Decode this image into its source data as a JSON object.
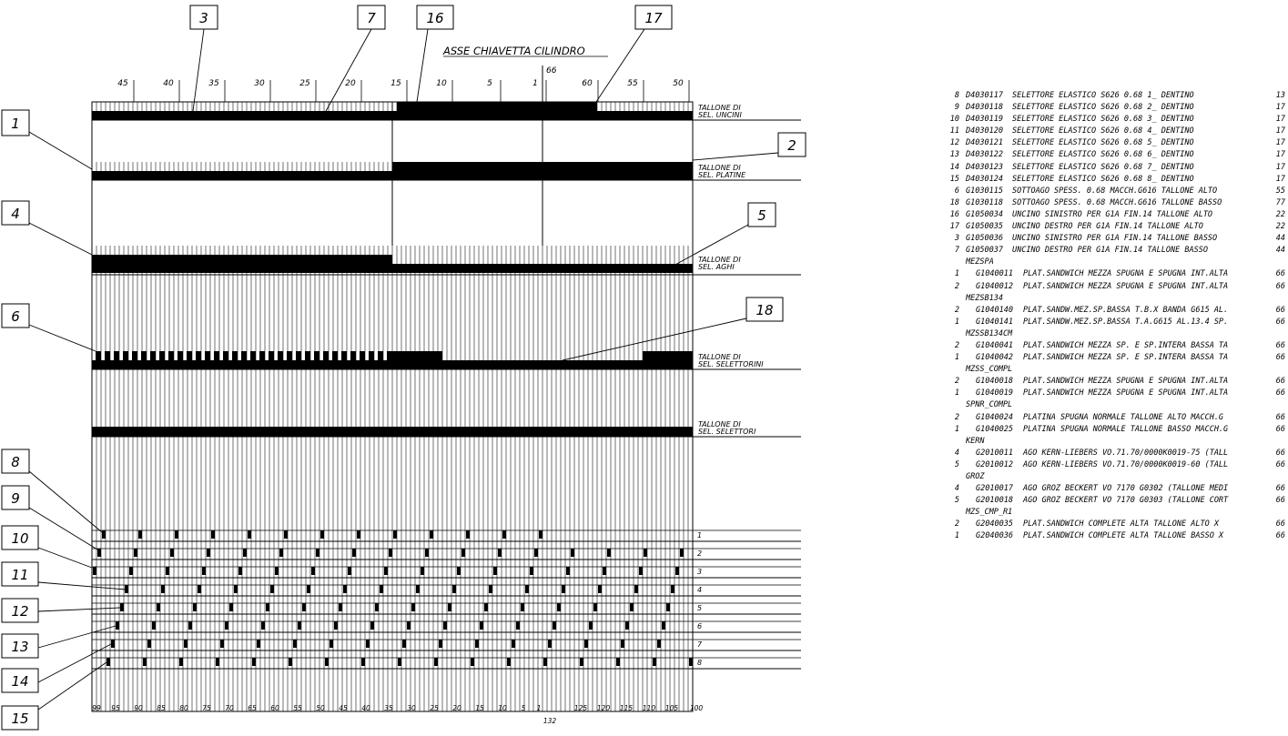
{
  "title": "ASSE CHIAVETTA CILINDRO",
  "top_scale": [
    "45",
    "40",
    "35",
    "30",
    "25",
    "20",
    "15",
    "10",
    "5",
    "1",
    "60",
    "55",
    "50"
  ],
  "top_mark": "66",
  "bottom_scale": [
    "99",
    "95",
    "90",
    "85",
    "80",
    "75",
    "70",
    "65",
    "60",
    "55",
    "50",
    "45",
    "40",
    "35",
    "30",
    "25",
    "20",
    "15",
    "10",
    "5",
    "1",
    "125",
    "120",
    "115",
    "110",
    "105",
    "100"
  ],
  "bottom_mark": "132",
  "sections": [
    {
      "line1": "TALLONE DI",
      "line2": "SEL. UNCINI"
    },
    {
      "line1": "TALLONE DI",
      "line2": "SEL. PLATINE"
    },
    {
      "line1": "TALLONE DI",
      "line2": "SEL. AGHI"
    },
    {
      "line1": "TALLONE DI",
      "line2": "SEL. SELETTORINI"
    },
    {
      "line1": "TALLONE DI",
      "line2": "SEL. SELETTORI"
    }
  ],
  "selector_rows": [
    "1",
    "2",
    "3",
    "4",
    "5",
    "6",
    "7",
    "8"
  ],
  "callouts": [
    "3",
    "7",
    "16",
    "17",
    "1",
    "2",
    "4",
    "5",
    "6",
    "18",
    "8",
    "9",
    "10",
    "11",
    "12",
    "13",
    "14",
    "15"
  ],
  "bom": [
    {
      "qty": "8",
      "code": "D4030117",
      "desc": "SELETTORE ELASTICO S626 0.68 1_ DENTINO",
      "total": "13"
    },
    {
      "qty": "9",
      "code": "D4030118",
      "desc": "SELETTORE ELASTICO S626 0.68 2_ DENTINO",
      "total": "17"
    },
    {
      "qty": "10",
      "code": "D4030119",
      "desc": "SELETTORE ELASTICO S626 0.68 3_ DENTINO",
      "total": "17"
    },
    {
      "qty": "11",
      "code": "D4030120",
      "desc": "SELETTORE ELASTICO S626 0.68 4_ DENTINO",
      "total": "17"
    },
    {
      "qty": "12",
      "code": "D4030121",
      "desc": "SELETTORE ELASTICO S626 0.68 5_ DENTINO",
      "total": "17"
    },
    {
      "qty": "13",
      "code": "D4030122",
      "desc": "SELETTORE ELASTICO S626 0.68 6_ DENTINO",
      "total": "17"
    },
    {
      "qty": "14",
      "code": "D4030123",
      "desc": "SELETTORE ELASTICO S626 0.68 7_ DENTINO",
      "total": "17"
    },
    {
      "qty": "15",
      "code": "D4030124",
      "desc": "SELETTORE ELASTICO S626 0.68 8_ DENTINO",
      "total": "17"
    },
    {
      "qty": "6",
      "code": "G1030115",
      "desc": "SOTTOAGO SPESS. 0.68 MACCH.G616  TALLONE ALTO",
      "total": "55"
    },
    {
      "qty": "18",
      "code": "G1030118",
      "desc": "SOTTOAGO SPESS. 0.68 MACCH.G616  TALLONE BASSO",
      "total": "77"
    },
    {
      "qty": "16",
      "code": "G1050034",
      "desc": "UNCINO SINISTRO PER G1A FIN.14 TALLONE ALTO",
      "total": "22"
    },
    {
      "qty": "17",
      "code": "G1050035",
      "desc": "UNCINO DESTRO PER G1A FIN.14 TALLONE ALTO",
      "total": "22"
    },
    {
      "qty": "3",
      "code": "G1050036",
      "desc": "UNCINO SINISTRO PER G1A FIN.14 TALLONE BASSO",
      "total": "44"
    },
    {
      "qty": "7",
      "code": "G1050037",
      "desc": "UNCINO DESTRO PER G1A FIN.14 TALLONE BASSO",
      "total": "44"
    },
    {
      "note": "MEZSPA"
    },
    {
      "qty": "1",
      "code": "G1040011",
      "desc": "PLAT.SANDWICH MEZZA SPUGNA E SPUGNA INT.ALTA",
      "total": "66",
      "indent": true
    },
    {
      "qty": "2",
      "code": "G1040012",
      "desc": "PLAT.SANDWICH MEZZA SPUGNA E SPUGNA INT.ALTA",
      "total": "66",
      "indent": true
    },
    {
      "note": "MEZSB134"
    },
    {
      "qty": "2",
      "code": "G1040140",
      "desc": "PLAT.SANDW.MEZ.SP.BASSA T.B.X BANDA G615 AL.",
      "total": "66",
      "indent": true
    },
    {
      "qty": "1",
      "code": "G1040141",
      "desc": "PLAT.SANDW.MEZ.SP.BASSA T.A.G615 AL.13.4 SP.",
      "total": "66",
      "indent": true
    },
    {
      "note": "MZSSB134CM"
    },
    {
      "qty": "2",
      "code": "G1040041",
      "desc": "PLAT.SANDWICH MEZZA SP. E SP.INTERA BASSA TA",
      "total": "66",
      "indent": true
    },
    {
      "qty": "1",
      "code": "G1040042",
      "desc": "PLAT.SANDWICH MEZZA SP. E SP.INTERA BASSA TA",
      "total": "66",
      "indent": true
    },
    {
      "note": "MZSS_COMPL"
    },
    {
      "qty": "2",
      "code": "G1040018",
      "desc": "PLAT.SANDWICH MEZZA SPUGNA E SPUGNA INT.ALTA",
      "total": "66",
      "indent": true
    },
    {
      "qty": "1",
      "code": "G1040019",
      "desc": "PLAT.SANDWICH MEZZA SPUGNA E SPUGNA INT.ALTA",
      "total": "66",
      "indent": true
    },
    {
      "note": "SPNR_COMPL"
    },
    {
      "qty": "2",
      "code": "G1040024",
      "desc": "PLATINA SPUGNA NORMALE TALLONE  ALTO MACCH.G",
      "total": "66",
      "indent": true
    },
    {
      "qty": "1",
      "code": "G1040025",
      "desc": "PLATINA SPUGNA NORMALE TALLONE BASSO MACCH.G",
      "total": "66",
      "indent": true
    },
    {
      "note": "KERN"
    },
    {
      "qty": "4",
      "code": "G2010011",
      "desc": "AGO KERN-LIEBERS VO.71.70/0000K0019-75 (TALL",
      "total": "66",
      "indent": true
    },
    {
      "qty": "5",
      "code": "G2010012",
      "desc": "AGO KERN-LIEBERS VO.71.70/0000K0019-60 (TALL",
      "total": "66",
      "indent": true
    },
    {
      "note": "GROZ"
    },
    {
      "qty": "4",
      "code": "G2010017",
      "desc": "AGO GROZ BECKERT VO 7170 G0302 (TALLONE MEDI",
      "total": "66",
      "indent": true
    },
    {
      "qty": "5",
      "code": "G2010018",
      "desc": "AGO GROZ BECKERT VO 7170 G0303 (TALLONE CORT",
      "total": "66",
      "indent": true
    },
    {
      "note": "MZS_CMP_R1"
    },
    {
      "qty": "2",
      "code": "G2040035",
      "desc": "PLAT.SANDWICH COMPLETE ALTA TALLONE ALTO  X",
      "total": "66",
      "indent": true
    },
    {
      "qty": "1",
      "code": "G2040036",
      "desc": "PLAT.SANDWICH COMPLETE ALTA TALLONE BASSO  X",
      "total": "66",
      "indent": true
    }
  ]
}
